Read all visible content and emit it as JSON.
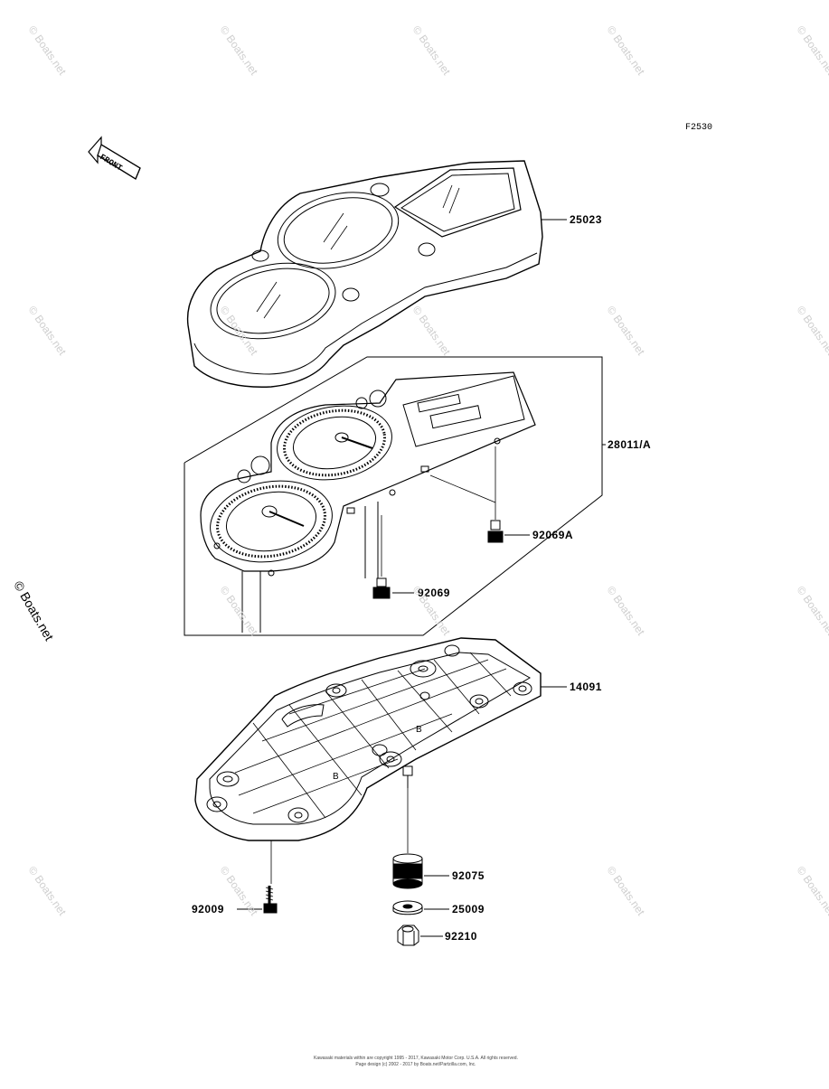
{
  "figure_code": "F2530",
  "front_arrow_label": "FRONT",
  "watermark_text": "© Boats.net",
  "side_credit": "© Boats.net",
  "footer": {
    "line1": "Kawasaki materials within are copyright 1995 - 2017, Kawasaki Motor Corp. U.S.A. All rights reserved.",
    "line2": "Page design (c) 2002 - 2017 by Boats.net/Partzilla.com, Inc."
  },
  "callouts": {
    "cover": "25023",
    "meter_assy": "28011/A",
    "screw_a": "92069A",
    "screw": "92069",
    "case": "14091",
    "damper": "92075",
    "washer": "25009",
    "nut": "92210",
    "screw_case": "92009"
  },
  "case_marks": [
    "B",
    "B"
  ]
}
